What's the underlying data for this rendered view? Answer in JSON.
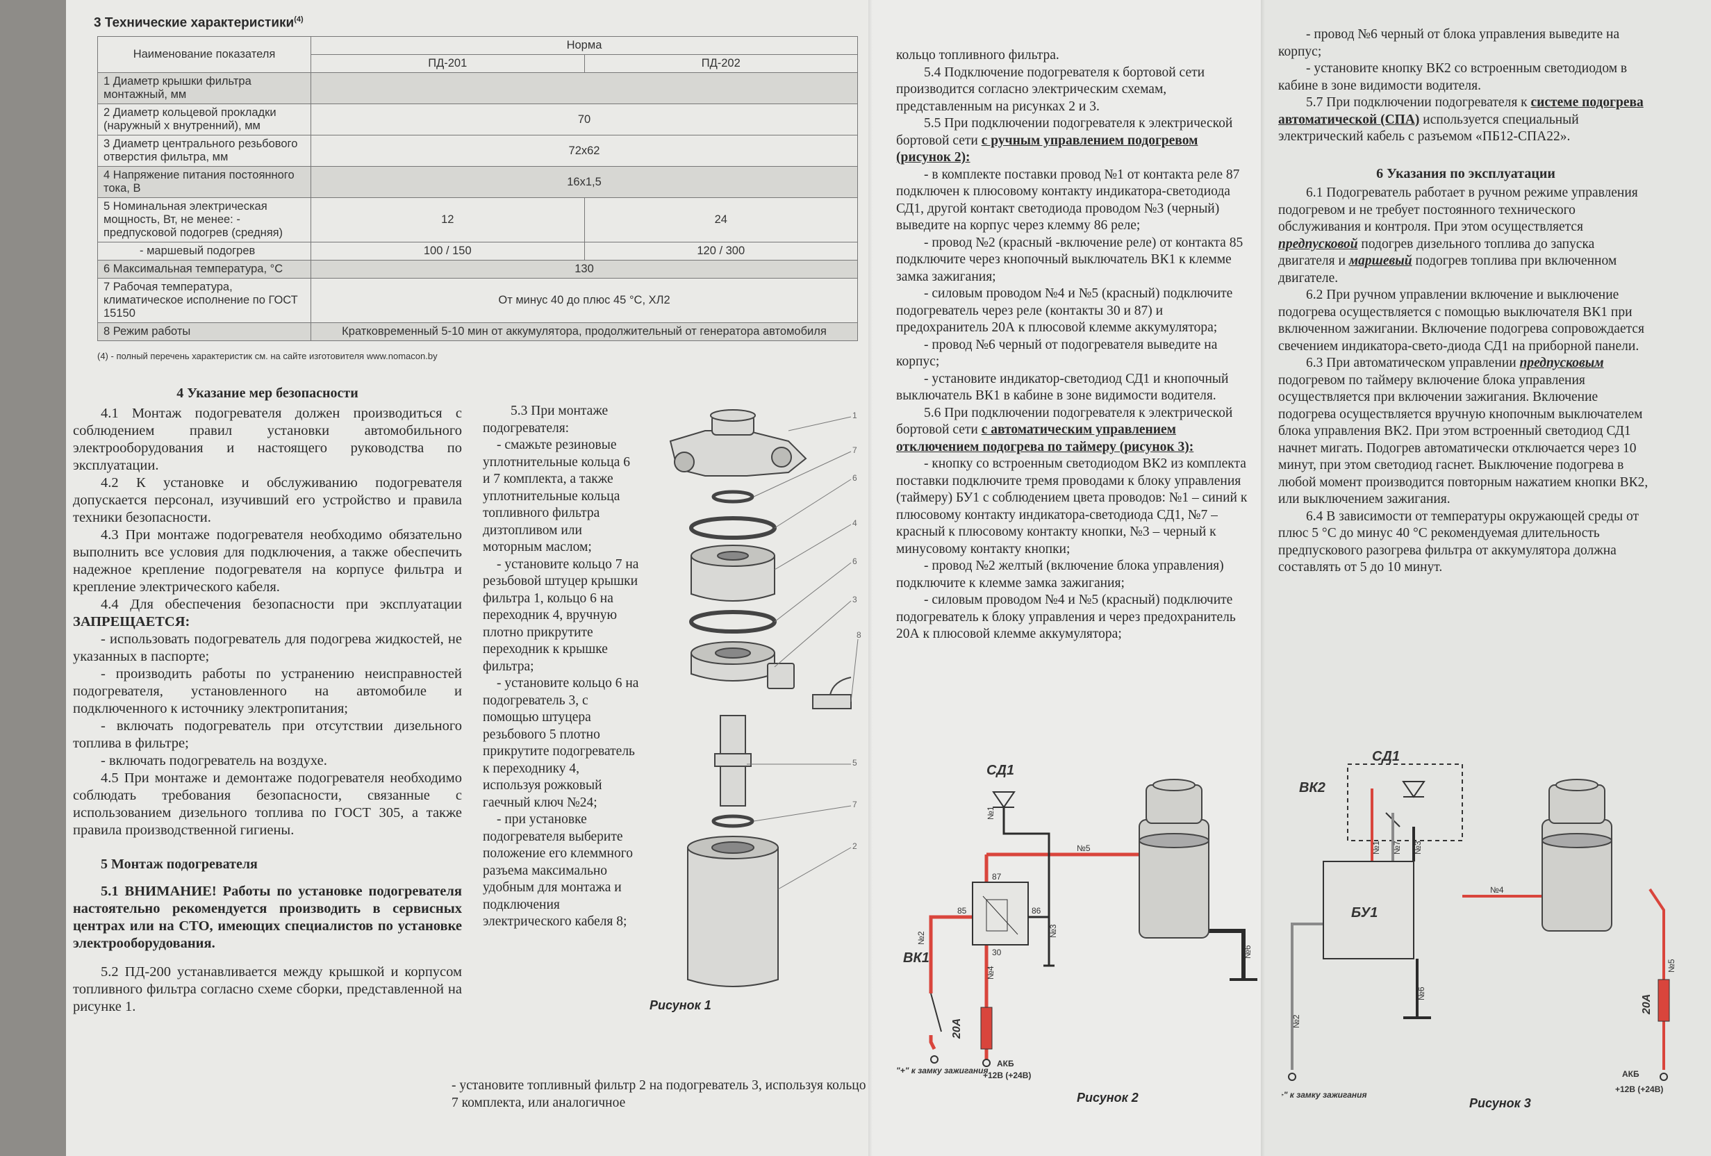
{
  "section3": {
    "title": "3 Технические характеристики",
    "title_sup": "(4)",
    "header": {
      "name": "Наименование показателя",
      "norm": "Норма",
      "m1": "ПД-201",
      "m2": "ПД-202"
    },
    "rows": [
      {
        "name": "1 Диаметр крышки фильтра монтажный, мм",
        "v": ""
      },
      {
        "name": "2 Диаметр кольцевой прокладки (наружный х внутренний), мм",
        "v": "70"
      },
      {
        "name": "3 Диаметр центрального резьбового отверстия фильтра, мм",
        "v": "72х62"
      },
      {
        "name": "4 Напряжение питания постоянного тока, В",
        "v": "16х1,5"
      },
      {
        "name": "5 Номинальная электрическая мощность, Вт, не менее: - предпусковой подогрев (средняя)",
        "v1": "12",
        "v2": "24"
      },
      {
        "name": "- маршевый подогрев",
        "v1": "100 / 150",
        "v2": "120 / 300"
      },
      {
        "name": "6 Максимальная температура, °С",
        "v": "130"
      },
      {
        "name": "7 Рабочая температура, климатическое исполнение по ГОСТ 15150",
        "v": "От минус 40 до плюс 45 °С, ХЛ2"
      },
      {
        "name": "8 Режим работы",
        "v": "Кратковременный 5-10 мин от аккумулятора, продолжительный от генератора автомобиля"
      }
    ],
    "footnote": "(4) - полный перечень характеристик см. на сайте изготовителя www.nomacon.by"
  },
  "section4": {
    "title": "4 Указание мер безопасности",
    "p1": "4.1 Монтаж подогревателя должен производиться с соблюдением правил установки автомобильного электрооборудования и настоящего руководства по эксплуатации.",
    "p2": "4.2 К установке и обслуживанию подогревателя допускается персонал, изучивший его устройство и правила техники безопасности.",
    "p3": "4.3 При монтаже подогревателя необходимо обязательно выполнить все условия для подключения, а также обеспечить надежное крепление подогревателя на корпусе фильтра и крепление электрического кабеля.",
    "p4": "4.4 Для обеспечения безопасности при эксплуатации",
    "p4b": "ЗАПРЕЩАЕТСЯ:",
    "l1": "- использовать подогреватель для подогрева жидкостей, не указанных в паспорте;",
    "l2": "- производить работы по устранению неисправностей подогревателя, установленного на автомобиле и подключенного к источнику электропитания;",
    "l3": "- включать подогреватель при отсутствии дизельного топлива в фильтре;",
    "l4": "- включать подогреватель на воздухе.",
    "p5": "4.5 При монтаже и демонтаже подогревателя необходимо соблюдать требования безопасности, связанные с использованием дизельного топлива по ГОСТ 305, а также правила производственной гигиены."
  },
  "section5": {
    "title": "5 Монтаж подогревателя",
    "p1": "5.1 ВНИМАНИЕ! Работы по установке подогревателя настоятельно рекомендуется производить в сервисных центрах или на СТО, имеющих специалистов по установке электрооборудования.",
    "p2": "5.2 ПД-200 устанавливается между крышкой и корпусом топливного фильтра согласно схеме сборки, представленной на рисунке 1.",
    "p3": "5.3 При монтаже подогревателя:",
    "p3a": "- смажьте резиновые уплотнительные кольца 6 и 7 комплекта, а также уплотнительные кольца топливного фильтра дизтопливом или моторным маслом;",
    "p3b": "- установите кольцо 7 на резьбовой штуцер крышки фильтра 1, кольцо 6 на переходник 4, вручную плотно прикрутите переходник к крышке фильтра;",
    "p3c": "- установите кольцо 6 на подогреватель 3, с помощью штуцера резьбового 5 плотно прикрутите подогреватель к переходнику 4, используя рожковый гаечный ключ №24;",
    "p3d": "- при установке подогревателя выберите положение его клеммного разъема максимально удобным для монтажа и подключения электрического кабеля 8;",
    "p3e": "- установите топливный фильтр 2 на подогреватель 3, используя кольцо 7 комплекта, или аналогичное"
  },
  "fig1": {
    "caption": "Рисунок 1",
    "labels": [
      "1",
      "7",
      "6",
      "4",
      "6",
      "3",
      "8",
      "5",
      "7",
      "2"
    ]
  },
  "col3": {
    "cont": "кольцо топливного фильтра.",
    "p54": "5.4 Подключение подогревателя к бортовой сети производится согласно электрическим схемам, представленным на рисунках 2 и 3.",
    "p55": "5.5 При подключении подогревателя к электрической бортовой сети",
    "p55u": "с ручным управлением подогревом (рисунок 2):",
    "l1": "- в комплекте поставки провод №1 от контакта реле 87 подключен к плюсовому контакту индикатора-светодиода СД1, другой контакт светодиода проводом №3 (черный) выведите на корпус через клемму 86 реле;",
    "l2": "- провод №2 (красный -включение реле) от контакта 85 подключите через кнопочный выключатель ВК1 к клемме замка зажигания;",
    "l3": "- силовым проводом №4 и №5 (красный) подключите подогреватель через реле (контакты 30 и 87) и предохранитель 20А к плюсовой клемме аккумулятора;",
    "l4": "- провод №6 черный от подогревателя выведите на корпус;",
    "l5": "- установите индикатор-светодиод СД1 и кнопочный выключатель ВК1 в кабине в зоне видимости водителя.",
    "p56": "5.6 При подключении подогревателя к электрической бортовой сети",
    "p56u": "с автоматическим управлением отключением подогрева по таймеру (рисунок 3):",
    "m1": "- кнопку со встроенным светодиодом ВК2 из комплекта поставки подключите тремя проводами к блоку управления (таймеру) БУ1 с соблюдением цвета проводов: №1 – синий к плюсовому контакту индикатора-светодиода СД1, №7 – красный к плюсовому контакту кнопки, №3 – черный к минусовому контакту кнопки;",
    "m2": "- провод №2 желтый (включение блока управления) подключите к клемме замка зажигания;",
    "m3": "- силовым проводом №4 и №5 (красный) подключите подогреватель к блоку управления и через предохранитель 20А к плюсовой клемме аккумулятора;"
  },
  "col4": {
    "l6": "- провод №6 черный от блока управления выведите на корпус;",
    "l7": "- установите кнопку ВК2 со встроенным светодиодом в кабине в зоне видимости водителя.",
    "p57a": "5.7 При подключении подогревателя к",
    "p57u": "системе подогрева автоматической (СПА)",
    "p57b": "используется специальный электрический кабель с разъемом «ПБ12-СПА22».",
    "title6": "6 Указания по эксплуатации",
    "p61a": "6.1 Подогреватель работает в ручном режиме управления подогревом и не требует постоянного технического обслуживания и контроля. При этом осуществляется",
    "p61u1": "предпусковой",
    "p61b": "подогрев дизельного топлива до запуска двигателя и",
    "p61u2": "маршевый",
    "p61c": "подогрев топлива при включенном двигателе.",
    "p62": "6.2 При ручном управлении включение и выключение подогрева осуществляется с помощью выключателя ВК1 при включенном зажигании. Включение подогрева сопровождается свечением индикатора-свето-диода СД1 на приборной панели.",
    "p63a": "6.3 При автоматическом управлении",
    "p63u": "предпусковым",
    "p63b": "подогревом по таймеру включение блока управления осуществляется при включении зажигания. Включение подогрева осуществляется вручную кнопочным выключателем блока управления ВК2. При этом встроенный светодиод СД1 начнет мигать. Подогрев автоматически отключается через 10 минут, при этом светодиод гаснет. Выключение подогрева в любой момент производится повторным нажатием кнопки ВК2, или выключением зажигания.",
    "p64": "6.4 В зависимости от температуры окружающей среды от плюс 5 °С до минус 40 °С рекомендуемая длительность предпускового разогрева фильтра от аккумулятора должна составлять от 5 до 10 минут."
  },
  "fig2": {
    "caption": "Рисунок 2",
    "sd1": "СД1",
    "vk1": "ВК1",
    "fuse": "20А",
    "w1": "№1",
    "w2": "№2",
    "w3": "№3",
    "w4": "№4",
    "w5": "№5",
    "w6": "№6",
    "c87": "87",
    "c85": "85",
    "c86": "86",
    "c30": "30",
    "ign": "\"+\" к замку зажигания",
    "akb": "АКБ",
    "akbv": "+12В (+24В)"
  },
  "fig3": {
    "caption": "Рисунок 3",
    "sd1": "СД1",
    "vk2": "ВК2",
    "bu1": "БУ1",
    "fuse": "20А",
    "w1": "№1",
    "w2": "№2",
    "w3": "№3",
    "w4": "№4",
    "w5": "№5",
    "w6": "№6",
    "w7": "№7",
    "ign": "\"+\" к замку зажигания",
    "akb": "АКБ",
    "akbv": "+12В (+24В)"
  },
  "colors": {
    "wire_red": "#d9453c",
    "wire_black": "#2b2b2b",
    "wire_gray": "#8a8a8a"
  }
}
